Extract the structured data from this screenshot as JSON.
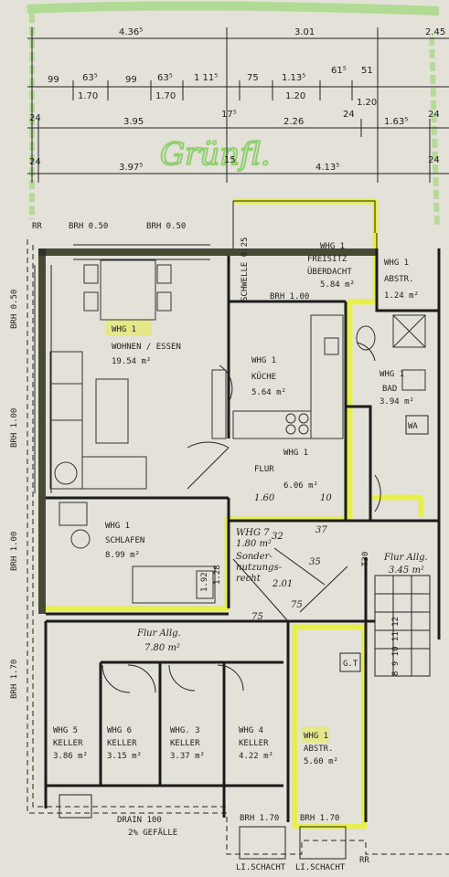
{
  "dimensions": {
    "row1": [
      "4.36⁵",
      "3.01",
      "2.45"
    ],
    "row2": [
      "99",
      "63⁵",
      "99",
      "63⁵",
      "1 11⁵",
      "75",
      "1.13⁵",
      "61⁵",
      "51"
    ],
    "row2b": [
      "1.70",
      "1.70",
      "1.20",
      "1.20"
    ],
    "row3": [
      "24",
      "3.95",
      "17⁵",
      "2.26",
      "24",
      "1.63⁵",
      "24"
    ],
    "row4": [
      "24",
      "3.97⁵",
      "15",
      "4.13⁵",
      "24"
    ]
  },
  "annotations": {
    "green_text": "Grünfl.",
    "rr_top": "RR",
    "rr_bottom": "RR",
    "brh_top_1": "BRH 0.50",
    "brh_top_2": "BRH 0.50",
    "brh_left_1": "BRH 0.50",
    "brh_left_2": "BRH 1.00",
    "brh_left_3": "BRH 1.00",
    "brh_left_4": "BRH 1.70",
    "schwelle": "SCHWELLE 0.25",
    "brh_balcony": "BRH 1.00",
    "brh_bottom_1": "BRH 1.70",
    "brh_bottom_2": "BRH 1.70",
    "drain": "DRAIN 100",
    "gefaelle": "2% GEFÄLLE",
    "lischacht_1": "LI.SCHACHT",
    "lischacht_2": "LI.SCHACHT",
    "stair_numbers": "8 9 10 11 12",
    "stair_marks": "T30",
    "flur_dim_1": "1.60",
    "flur_dim_2": "10",
    "sonder_d1": "32",
    "sonder_d2": "37",
    "sonder_d3": "35",
    "sonder_d4": "2.01",
    "sonder_d5": "75",
    "sonder_d6": "75",
    "schlafen_dims": "1.92",
    "schlafen_dims2": "1.28",
    "gt": "G.T",
    "wa": "WA"
  },
  "rooms": {
    "wohnen": {
      "unit": "WHG 1",
      "name": "WOHNEN / ESSEN",
      "area": "19.54 m²"
    },
    "kueche": {
      "unit": "WHG 1",
      "name": "KÜCHE",
      "area": "5.64 m²"
    },
    "freisitz": {
      "unit": "WHG 1",
      "name": "FREISITZ",
      "name2": "ÜBERDACHT",
      "area": "5.84 m²"
    },
    "abstr_top": {
      "unit": "WHG 1",
      "name": "ABSTR.",
      "area": "1.24 m²"
    },
    "bad": {
      "unit": "WHG 1",
      "name": "BAD",
      "area": "3.94 m²"
    },
    "flur": {
      "unit": "WHG 1",
      "name": "FLUR",
      "area": "6.06 m²"
    },
    "schlafen": {
      "unit": "WHG 1",
      "name": "SCHLAFEN",
      "area": "8.99 m²"
    },
    "whg7": {
      "unit": "WHG 7",
      "area": "1.80 m²"
    },
    "sonder": {
      "name": "Sonder-",
      "name2": "nutzungs-",
      "name3": "recht"
    },
    "flur_allg_right": {
      "name": "Flur Allg.",
      "area": "3.45 m²"
    },
    "flur_allg_main": {
      "name": "Flur Allg.",
      "area": "7.80 m²"
    },
    "keller5": {
      "unit": "WHG 5",
      "name": "KELLER",
      "area": "3.86 m²"
    },
    "keller6": {
      "unit": "WHG 6",
      "name": "KELLER",
      "area": "3.15 m²"
    },
    "keller3": {
      "unit": "WHG. 3",
      "name": "KELLER",
      "area": "3.37 m²"
    },
    "keller4": {
      "unit": "WHG 4",
      "name": "KELLER",
      "area": "4.22 m²"
    },
    "abstr_bottom": {
      "unit": "WHG 1",
      "name": "ABSTR.",
      "area": "5.60 m²"
    }
  },
  "colors": {
    "paper": "#e9e6df",
    "highlight": "#e6f03a",
    "green_marker": "#7dcc56",
    "ink": "#1c1c1c"
  }
}
